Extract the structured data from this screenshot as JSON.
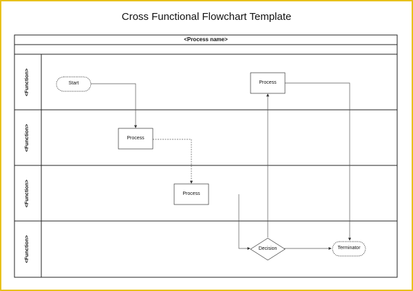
{
  "title": "Cross Functional Flowchart Template",
  "header": {
    "process_name": "<Process name>"
  },
  "lanes": [
    {
      "label": "<Function>"
    },
    {
      "label": "<Function>"
    },
    {
      "label": "<Function>"
    },
    {
      "label": "<Function>"
    }
  ],
  "shapes": {
    "start": "Start",
    "process_1": "Process",
    "process_2": "Process",
    "process_3": "Process",
    "decision": "Decision",
    "terminator": "Terminator"
  },
  "colors": {
    "frame": "#e8c11a",
    "line": "#222222",
    "connector": "#555555"
  }
}
